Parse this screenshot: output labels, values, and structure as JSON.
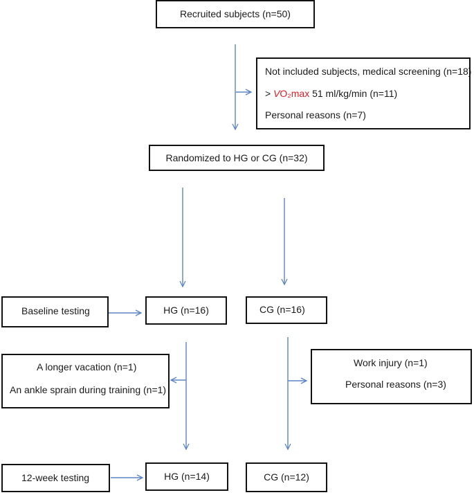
{
  "colors": {
    "arrow": "#5b84c4",
    "box_border": "#111111",
    "highlight": "#e31b23"
  },
  "recruited": "Recruited subjects (n=50)",
  "excluded": {
    "title": "Not included subjects, medical screening (n=18)",
    "line2_prefix": ">",
    "line2_v": "V",
    "line2_rest": "O₂max",
    "line2_suffix": "51 ml/kg/min (n=11)",
    "line3": "Personal reasons (n=7)"
  },
  "randomized": "Randomized to HG or CG (n=32)",
  "baseline_testing": "Baseline testing",
  "hg_start": "HG (n=16)",
  "cg_start": "CG (n=16)",
  "hg_dropout": {
    "line1": "A longer vacation (n=1)",
    "line2": "An ankle sprain during training (n=1)"
  },
  "cg_dropout": {
    "line1": "Work injury (n=1)",
    "line2": "Personal reasons (n=3)"
  },
  "week12_testing": "12-week testing",
  "hg_end": "HG (n=14)",
  "cg_end": "CG (n=12)"
}
